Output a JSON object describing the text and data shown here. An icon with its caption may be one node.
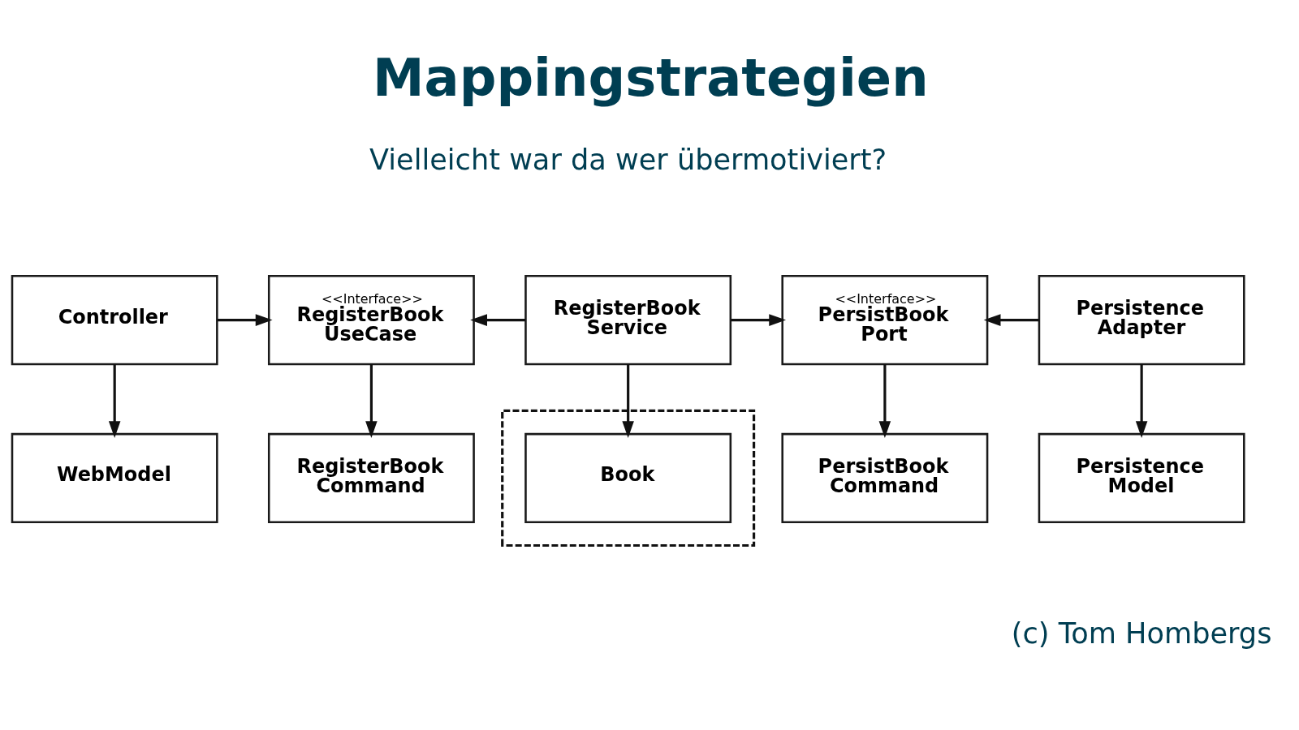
{
  "diagram": {
    "title": "Mappingstrategien",
    "caption": "(c) Tom Hombergs",
    "nodes": [
      {
        "text": [
          "Controller"
        ]
      },
      {
        "text": [
          "<<Interface>>",
          "RegisterBook UseCase"
        ]
      },
      {
        "text": [
          "RegisterBook Service"
        ]
      },
      {
        "text": [
          "<<Interface>>",
          "PersistBook Port"
        ]
      },
      {
        "text": [
          "Persistence Adapter"
        ]
      },
      {
        "text": [
          "WebModel"
        ]
      },
      {
        "text": [
          "RegisterBook Command"
        ]
      },
      {
        "text": [],
        "shape": "box"
      },
      {
        "text": [
          "Book"
        ],
        "in": 7
      },
      {
        "text": [
          "PersistBook Command"
        ]
      },
      {
        "text": [
          "Persistence Model"
        ]
      }
    ],
    "edges": [
      {
        "from": 0,
        "to": 1,
        "arrow": "to"
      },
      {
        "from": 2,
        "to": 1,
        "arrow": "to"
      },
      {
        "from": 2,
        "to": 3,
        "arrow": "to"
      },
      {
        "from": 4,
        "to": 3,
        "arrow": "to"
      },
      {
        "from": 0,
        "to": 5,
        "arrow": "to"
      },
      {
        "from": 1,
        "to": 6,
        "arrow": "to"
      },
      {
        "from": 2,
        "to": 8,
        "arrow": "to"
      },
      {
        "from": 3,
        "to": 9,
        "arrow": "to"
      },
      {
        "from": 4,
        "to": 10,
        "arrow": "to"
      }
    ],
    "labels": [
      "Vielleicht war da wer übermotiviert?"
    ]
  }
}
